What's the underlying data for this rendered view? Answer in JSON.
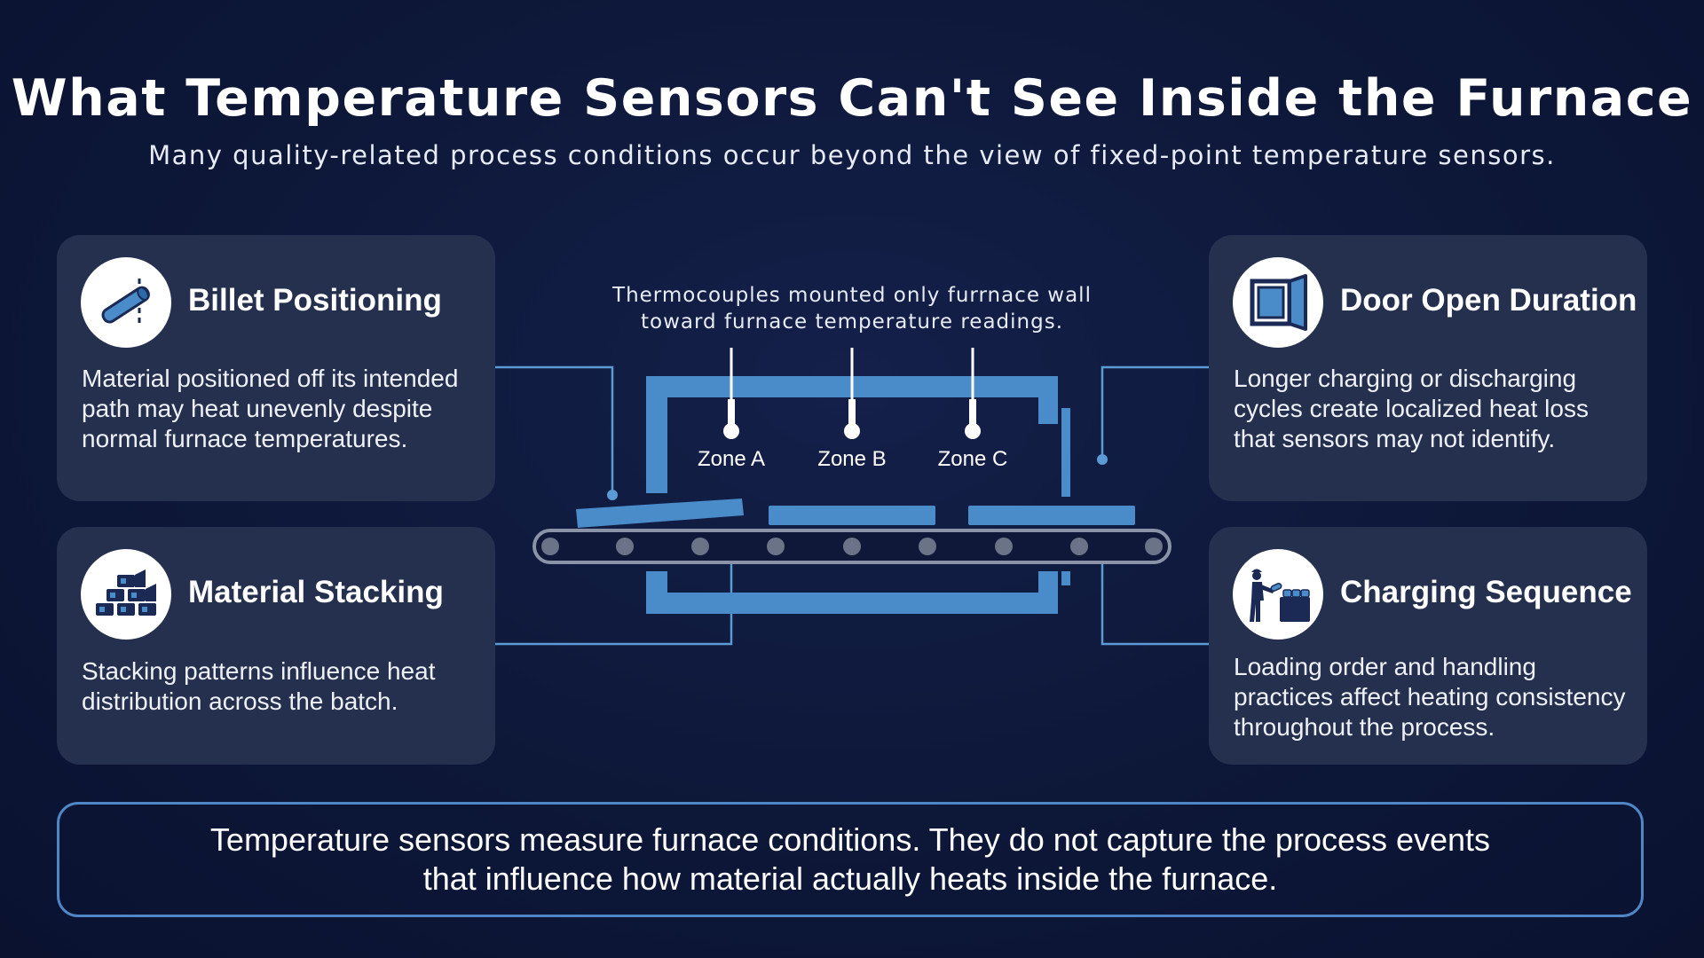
{
  "header": {
    "title": "What Temperature Sensors Can't See Inside the Furnace",
    "subtitle": "Many quality-related process conditions occur beyond the view of fixed-point temperature sensors."
  },
  "cards": {
    "billet": {
      "title": "Billet Positioning",
      "text": "Material positioned off its intended path may heat unevenly despite normal furnace temperatures.",
      "icon": "billet-icon"
    },
    "stacking": {
      "title": "Material Stacking",
      "text": "Stacking patterns influence heat distribution across the batch.",
      "icon": "stacked-bars-icon"
    },
    "door": {
      "title": "Door Open Duration",
      "text": "Longer charging or discharging cycles create localized heat loss that sensors may not identify.",
      "icon": "open-door-icon"
    },
    "charging": {
      "title": "Charging Sequence",
      "text": "Loading order and handling practices affect heating consistency throughout the process.",
      "icon": "worker-loading-icon"
    }
  },
  "diagram": {
    "caption": "Thermocouples mounted only furrnace wall toward furnace temperature readings.",
    "zones": [
      "Zone A",
      "Zone B",
      "Zone C"
    ]
  },
  "footer": {
    "text": "Temperature sensors measure furnace conditions. They do not capture the process events that influence how material actually heats inside the furnace."
  },
  "colors": {
    "background": "#0d1738",
    "card": "#25304f",
    "furnace_blue": "#4a8cc9",
    "connector": "#5b9bd5",
    "footer_border": "#4f86c6"
  }
}
